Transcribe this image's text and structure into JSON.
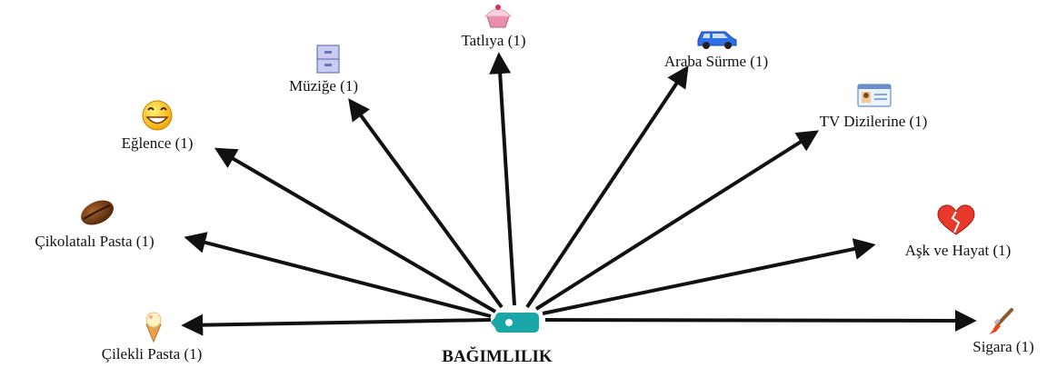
{
  "center": {
    "label": "BAĞIMLILIK",
    "icon": "tag-icon",
    "color": "#1aa7a7"
  },
  "nodes": [
    {
      "id": "cilekli-pasta",
      "label": "Çilekli Pasta (1)",
      "icon": "ice-cream-icon"
    },
    {
      "id": "cikolatali-pasta",
      "label": "Çikolatalı Pasta (1)",
      "icon": "coffee-bean-icon"
    },
    {
      "id": "eglence",
      "label": "Eğlence (1)",
      "icon": "smiley-icon"
    },
    {
      "id": "muzige",
      "label": "Müziğe (1)",
      "icon": "filing-cabinet-icon"
    },
    {
      "id": "tatliya",
      "label": "Tatlıya (1)",
      "icon": "cupcake-icon"
    },
    {
      "id": "araba-surme",
      "label": "Araba Sürme (1)",
      "icon": "car-icon"
    },
    {
      "id": "tv-dizilerine",
      "label": "TV Dizilerine (1)",
      "icon": "id-card-icon"
    },
    {
      "id": "ask-ve-hayat",
      "label": "Aşk ve Hayat (1)",
      "icon": "broken-heart-icon"
    },
    {
      "id": "sigara",
      "label": "Sigara (1)",
      "icon": "paintbrush-icon"
    }
  ],
  "edge_color": "#111111"
}
